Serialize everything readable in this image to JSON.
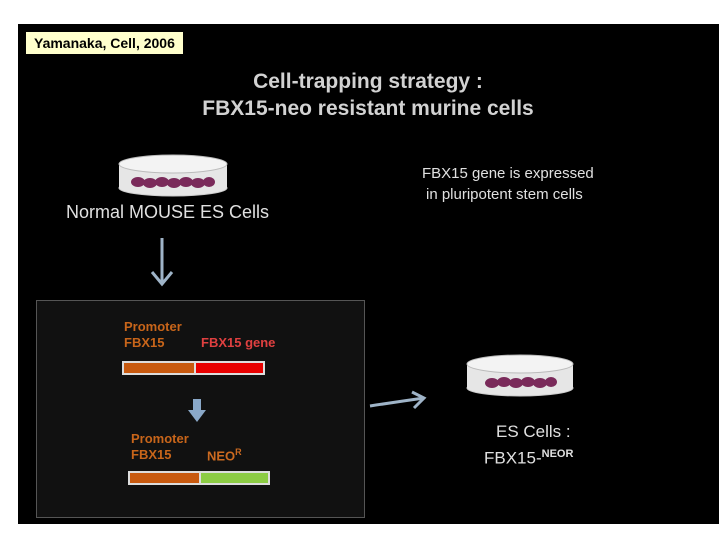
{
  "citation": "Yamanaka, Cell, 2006",
  "title": {
    "line1": "Cell-trapping strategy :",
    "line2": "FBX15-neo resistant murine cells"
  },
  "normal_cells": "Normal MOUSE ES Cells",
  "expression_note": {
    "line1": "FBX15 gene is expressed",
    "line2": "in pluripotent stem cells"
  },
  "construct_1": {
    "promoter_line1": "Promoter",
    "promoter_line2": "FBX15",
    "gene": "FBX15 gene"
  },
  "construct_2": {
    "promoter_line1": "Promoter",
    "promoter_line2": "FBX15",
    "neo": "NEO",
    "neo_sup": "R"
  },
  "result": {
    "line1": "ES Cells :",
    "line2": "FBX15-",
    "line2_sup": "NEOR"
  },
  "colors": {
    "promoter": "#c85a10",
    "gene": "#e80000",
    "neo": "#8ccc44",
    "cells": "#7a2a5a",
    "citation_bg": "#ffffcc"
  }
}
